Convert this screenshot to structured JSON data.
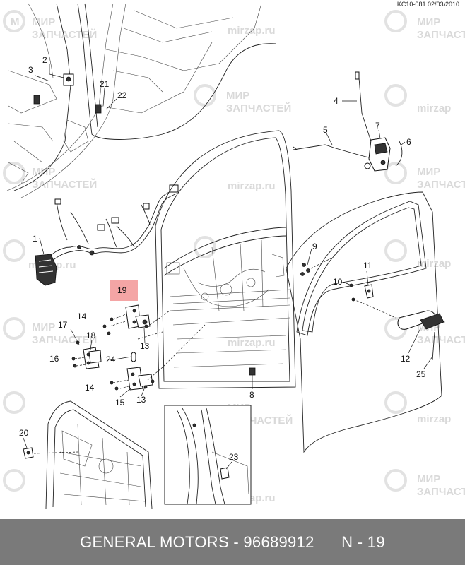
{
  "header": {
    "code": "KC10-081 02/03/2010"
  },
  "watermarks": [
    "МИР",
    "ЗАПЧАСТЕЙ",
    "mirzap.ru",
    "mirzap"
  ],
  "callouts": [
    "1",
    "2",
    "3",
    "4",
    "5",
    "6",
    "7",
    "8",
    "9",
    "10",
    "11",
    "12",
    "13",
    "13",
    "14",
    "14",
    "15",
    "16",
    "17",
    "18",
    "19",
    "20",
    "21",
    "22",
    "23",
    "24",
    "25"
  ],
  "highlight": {
    "label": "19",
    "color": "#f4a5a5"
  },
  "footer": {
    "text": "GENERAL MOTORS - 96689912      N - 19",
    "background": "#7a7a7a"
  }
}
